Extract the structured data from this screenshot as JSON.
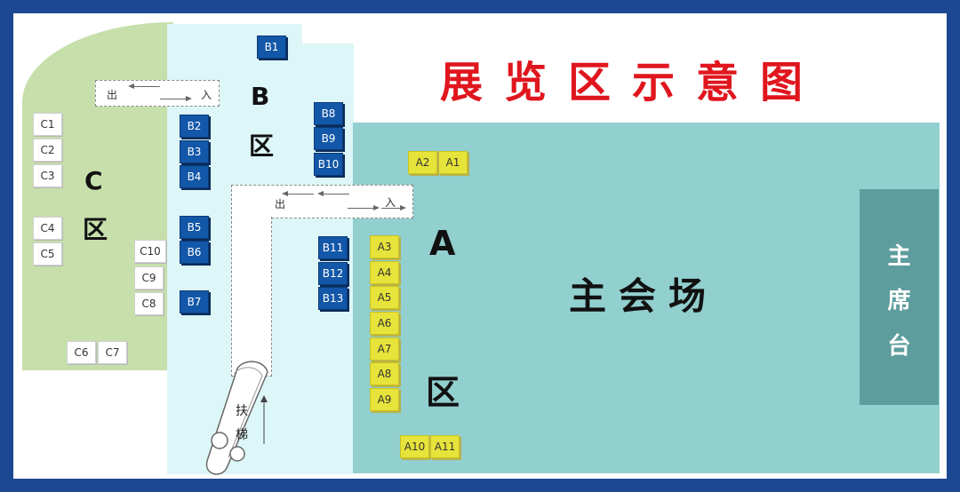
{
  "title": "展览区示意图",
  "zones": {
    "c": {
      "letter": "C",
      "suffix": "区"
    },
    "b": {
      "letter": "B",
      "suffix": "区"
    },
    "a": {
      "letter": "A",
      "suffix": "区"
    },
    "main_hall": "主会场",
    "stage": [
      "主",
      "席",
      "台"
    ]
  },
  "corridors": {
    "c_corridor": {
      "exit": "出",
      "enter": "入"
    },
    "b_corridor": {
      "exit": "出",
      "enter": "入"
    }
  },
  "escalator": {
    "chars": [
      "扶",
      "梯"
    ]
  },
  "booths": {
    "a": [
      "A1",
      "A2",
      "A3",
      "A4",
      "A5",
      "A6",
      "A7",
      "A8",
      "A9",
      "A10",
      "A11"
    ],
    "b": [
      "B1",
      "B2",
      "B3",
      "B4",
      "B5",
      "B6",
      "B7",
      "B8",
      "B9",
      "B10",
      "B11",
      "B12",
      "B13"
    ],
    "c": [
      "C1",
      "C2",
      "C3",
      "C4",
      "C5",
      "C6",
      "C7",
      "C8",
      "C9",
      "C10"
    ]
  },
  "colors": {
    "frame": "#1c4793",
    "title": "#e0161e",
    "zone_c": "#c6dfab",
    "zone_b": "#ddf6f7",
    "zone_main": "#92cfcf",
    "stage": "#5e9d9e",
    "booth_a": "#e6e33a",
    "booth_b": "#1357a8",
    "booth_c": "#ffffff"
  }
}
